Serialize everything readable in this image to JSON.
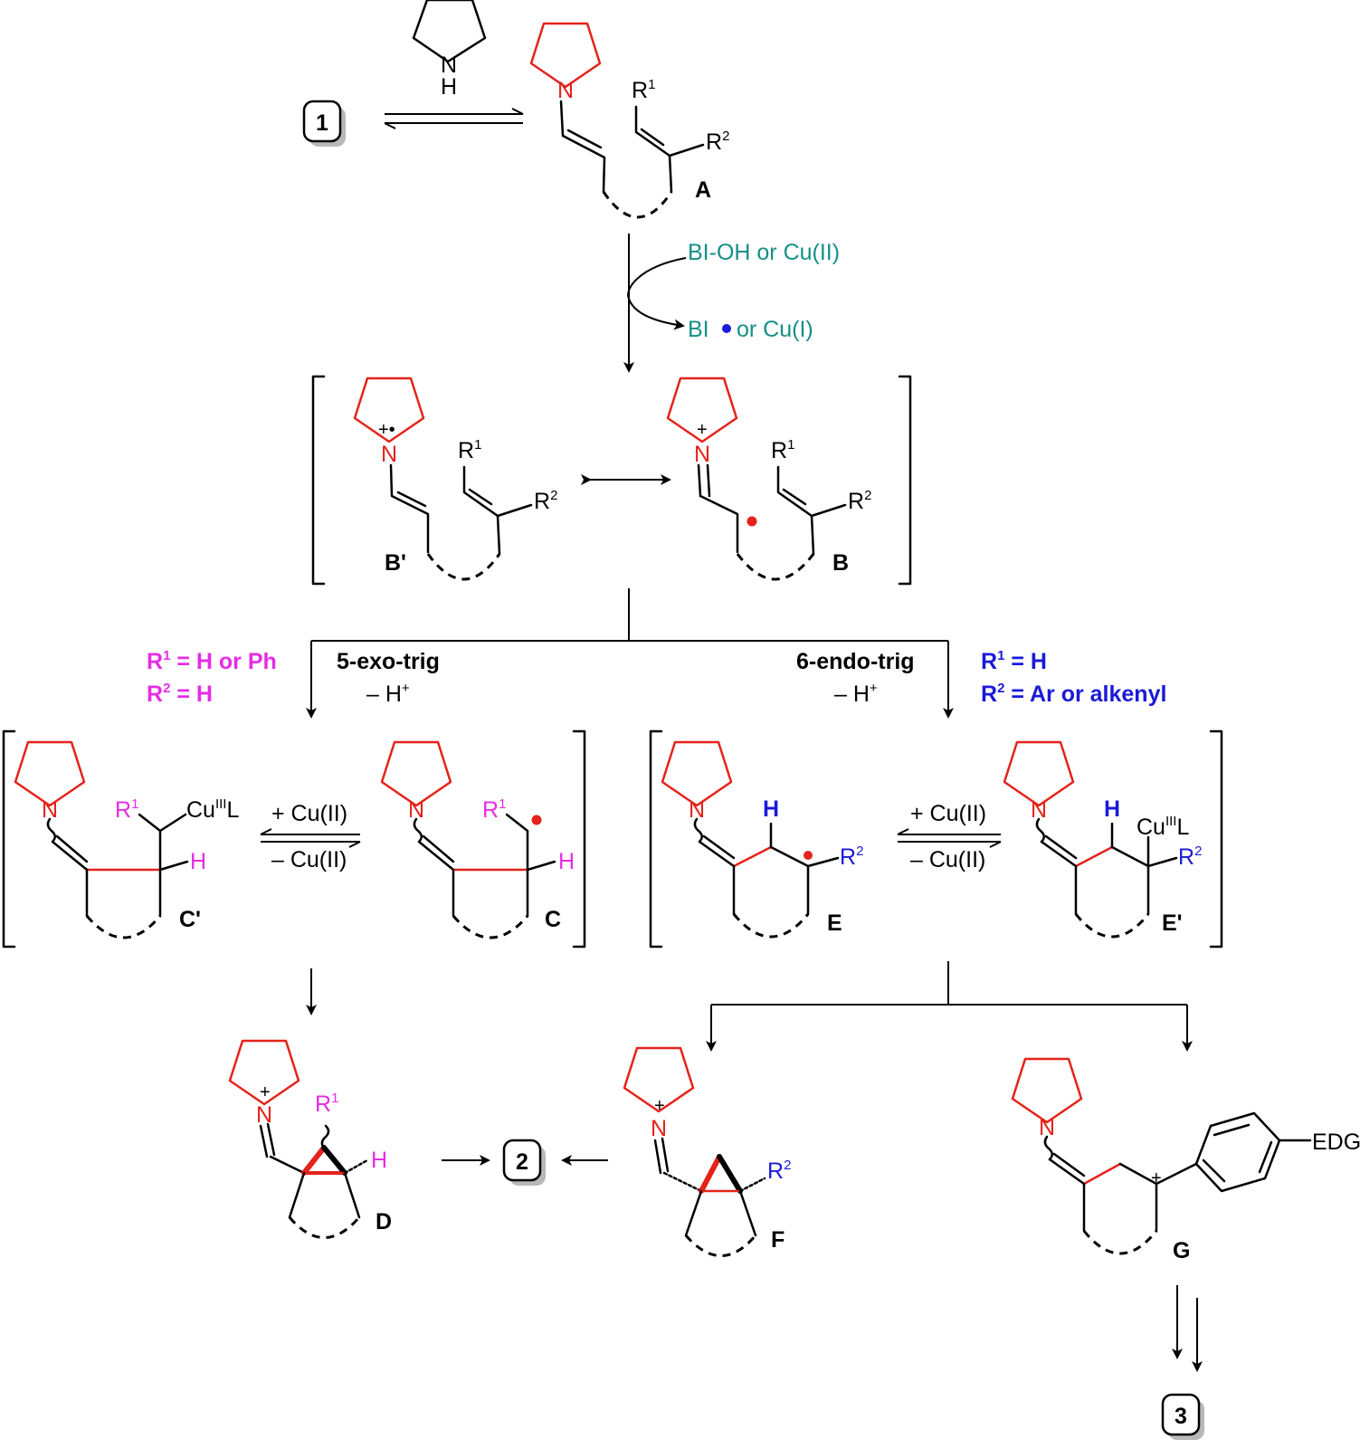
{
  "compounds": {
    "c1": "1",
    "c2": "2",
    "c3": "3"
  },
  "labels": {
    "A": "A",
    "B_prime": "B'",
    "B": "B",
    "C_prime": "C'",
    "C": "C",
    "D": "D",
    "E": "E",
    "E_prime": "E'",
    "F": "F",
    "G": "G"
  },
  "atoms": {
    "N": "N",
    "H": "H",
    "plus": "+",
    "radical_cation": "+•"
  },
  "reagents": {
    "oxidant": "BI-OH or Cu(II)",
    "reduced_prefix": "BI",
    "reduced_suffix": "or Cu(I)",
    "deprotonation": "– H",
    "plus_cu": "+ Cu(II)",
    "minus_cu": "– Cu(II)"
  },
  "pathways": {
    "left": {
      "name": "5-exo-trig",
      "cond1": "R1 = H or Ph",
      "cond2": "R2 = H"
    },
    "right": {
      "name": "6-endo-trig",
      "cond1": "R1 = H",
      "cond2": "R2 = Ar or alkenyl"
    }
  },
  "substituents": {
    "R": "R",
    "one": "1",
    "two": "2",
    "Cu": "Cu",
    "CuOx": "III",
    "L": "L",
    "EDG": "EDG"
  },
  "colors": {
    "ring_red": "#e4231b",
    "magenta": "#e62de6",
    "blue": "#1a1ad8",
    "teal": "#168f87",
    "radical_red": "#e4231b",
    "radical_blue": "#1a1ad8"
  }
}
